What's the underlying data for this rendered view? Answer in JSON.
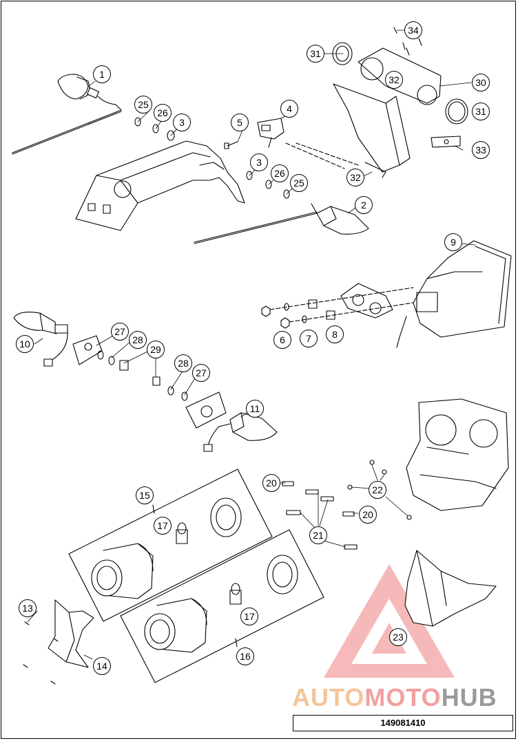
{
  "callouts": [
    {
      "id": "c1",
      "label": "1"
    },
    {
      "id": "c2",
      "label": "2"
    },
    {
      "id": "c3a",
      "label": "3"
    },
    {
      "id": "c3b",
      "label": "3"
    },
    {
      "id": "c4",
      "label": "4"
    },
    {
      "id": "c5",
      "label": "5"
    },
    {
      "id": "c6",
      "label": "6"
    },
    {
      "id": "c7",
      "label": "7"
    },
    {
      "id": "c8",
      "label": "8"
    },
    {
      "id": "c9",
      "label": "9"
    },
    {
      "id": "c10",
      "label": "10"
    },
    {
      "id": "c11",
      "label": "11"
    },
    {
      "id": "c13",
      "label": "13"
    },
    {
      "id": "c14",
      "label": "14"
    },
    {
      "id": "c15",
      "label": "15"
    },
    {
      "id": "c16",
      "label": "16"
    },
    {
      "id": "c17a",
      "label": "17"
    },
    {
      "id": "c17b",
      "label": "17"
    },
    {
      "id": "c20a",
      "label": "20"
    },
    {
      "id": "c20b",
      "label": "20"
    },
    {
      "id": "c21",
      "label": "21"
    },
    {
      "id": "c22",
      "label": "22"
    },
    {
      "id": "c23",
      "label": "23"
    },
    {
      "id": "c25a",
      "label": "25"
    },
    {
      "id": "c25b",
      "label": "25"
    },
    {
      "id": "c26a",
      "label": "26"
    },
    {
      "id": "c26b",
      "label": "26"
    },
    {
      "id": "c27a",
      "label": "27"
    },
    {
      "id": "c27b",
      "label": "27"
    },
    {
      "id": "c28a",
      "label": "28"
    },
    {
      "id": "c28b",
      "label": "28"
    },
    {
      "id": "c29",
      "label": "29"
    },
    {
      "id": "c30",
      "label": "30"
    },
    {
      "id": "c31a",
      "label": "31"
    },
    {
      "id": "c31b",
      "label": "31"
    },
    {
      "id": "c32a",
      "label": "32"
    },
    {
      "id": "c32b",
      "label": "32"
    },
    {
      "id": "c33",
      "label": "33"
    },
    {
      "id": "c34",
      "label": "34"
    }
  ],
  "watermark": {
    "part_a": "AUTO",
    "part_b": "MOTO",
    "part_c": "HUB",
    "colors": {
      "auto": "#f5c49a",
      "moto": "#f2a0a0",
      "hub": "#9a9a9a",
      "triangle": "#e85050"
    }
  },
  "document_number": "149081410"
}
